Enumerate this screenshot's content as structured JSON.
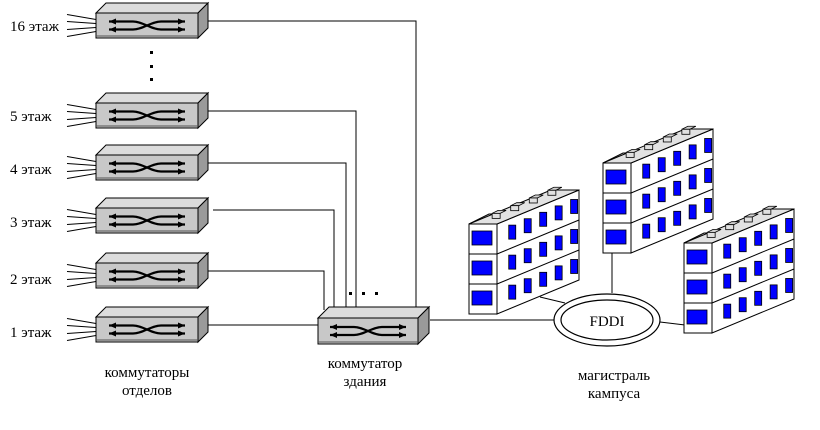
{
  "floors": [
    {
      "label": "16 этаж"
    },
    {
      "label": "5 этаж"
    },
    {
      "label": "4 этаж"
    },
    {
      "label": "3 этаж"
    },
    {
      "label": "2 этаж"
    },
    {
      "label": "1 этаж"
    }
  ],
  "captions": {
    "dept_switches": [
      "коммутаторы",
      "отделов"
    ],
    "building_switch": [
      "коммутатор",
      "здания"
    ],
    "backbone": [
      "магистраль",
      "кампуса"
    ]
  },
  "ring": {
    "label": "FDDI"
  },
  "colors": {
    "switch_front": "#c8c8c8",
    "switch_top": "#dcdcdc",
    "switch_side": "#9a9a9a",
    "building_face": "#ffffff",
    "building_side": "#e2e2e2",
    "window": "#0000ff",
    "line": "#000000"
  }
}
